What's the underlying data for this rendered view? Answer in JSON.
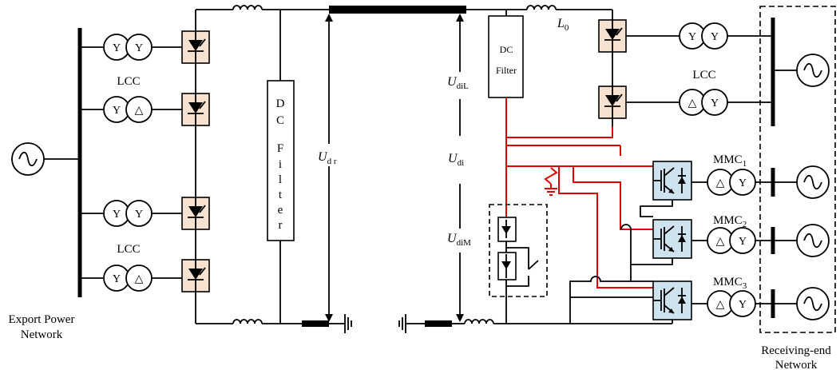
{
  "labels": {
    "export_network_line1": "Export Power",
    "export_network_line2": "Network",
    "receiving_network_line1": "Receiving-end",
    "receiving_network_line2": "Network",
    "lcc_top_left": "LCC",
    "lcc_bottom_left": "LCC",
    "lcc_right": "LCC",
    "dc_filter_left_chars": [
      "D",
      "C",
      "F",
      "i",
      "l",
      "t",
      "e",
      "r"
    ],
    "dc_filter_right_line1": "DC",
    "dc_filter_right_line2": "Filter",
    "mmc1": {
      "base": "MMC",
      "sub": "1"
    },
    "mmc2": {
      "base": "MMC",
      "sub": "2"
    },
    "mmc3": {
      "base": "MMC",
      "sub": "3"
    },
    "u_dr": {
      "base": "U",
      "sub": "d r"
    },
    "u_di": {
      "base": "U",
      "sub": "di"
    },
    "u_dil": {
      "base": "U",
      "sub": "diL"
    },
    "u_dim": {
      "base": "U",
      "sub": "diM"
    },
    "l0": {
      "base": "L",
      "sub": "0"
    }
  },
  "transformers": {
    "left_1": [
      "Y",
      "Y"
    ],
    "left_2": [
      "Y",
      "△"
    ],
    "left_3": [
      "Y",
      "Y"
    ],
    "left_4": [
      "Y",
      "△"
    ],
    "right_1": [
      "Y",
      "Y"
    ],
    "right_2": [
      "△",
      "Y"
    ],
    "mmc_1": [
      "△",
      "Y"
    ],
    "mmc_2": [
      "△",
      "Y"
    ],
    "mmc_3": [
      "△",
      "Y"
    ]
  },
  "colors": {
    "line": "#000000",
    "fault_path": "#e00000",
    "lcc_valve_fill": "#f7e2d1",
    "mmc_valve_fill": "#cfe3ee"
  }
}
